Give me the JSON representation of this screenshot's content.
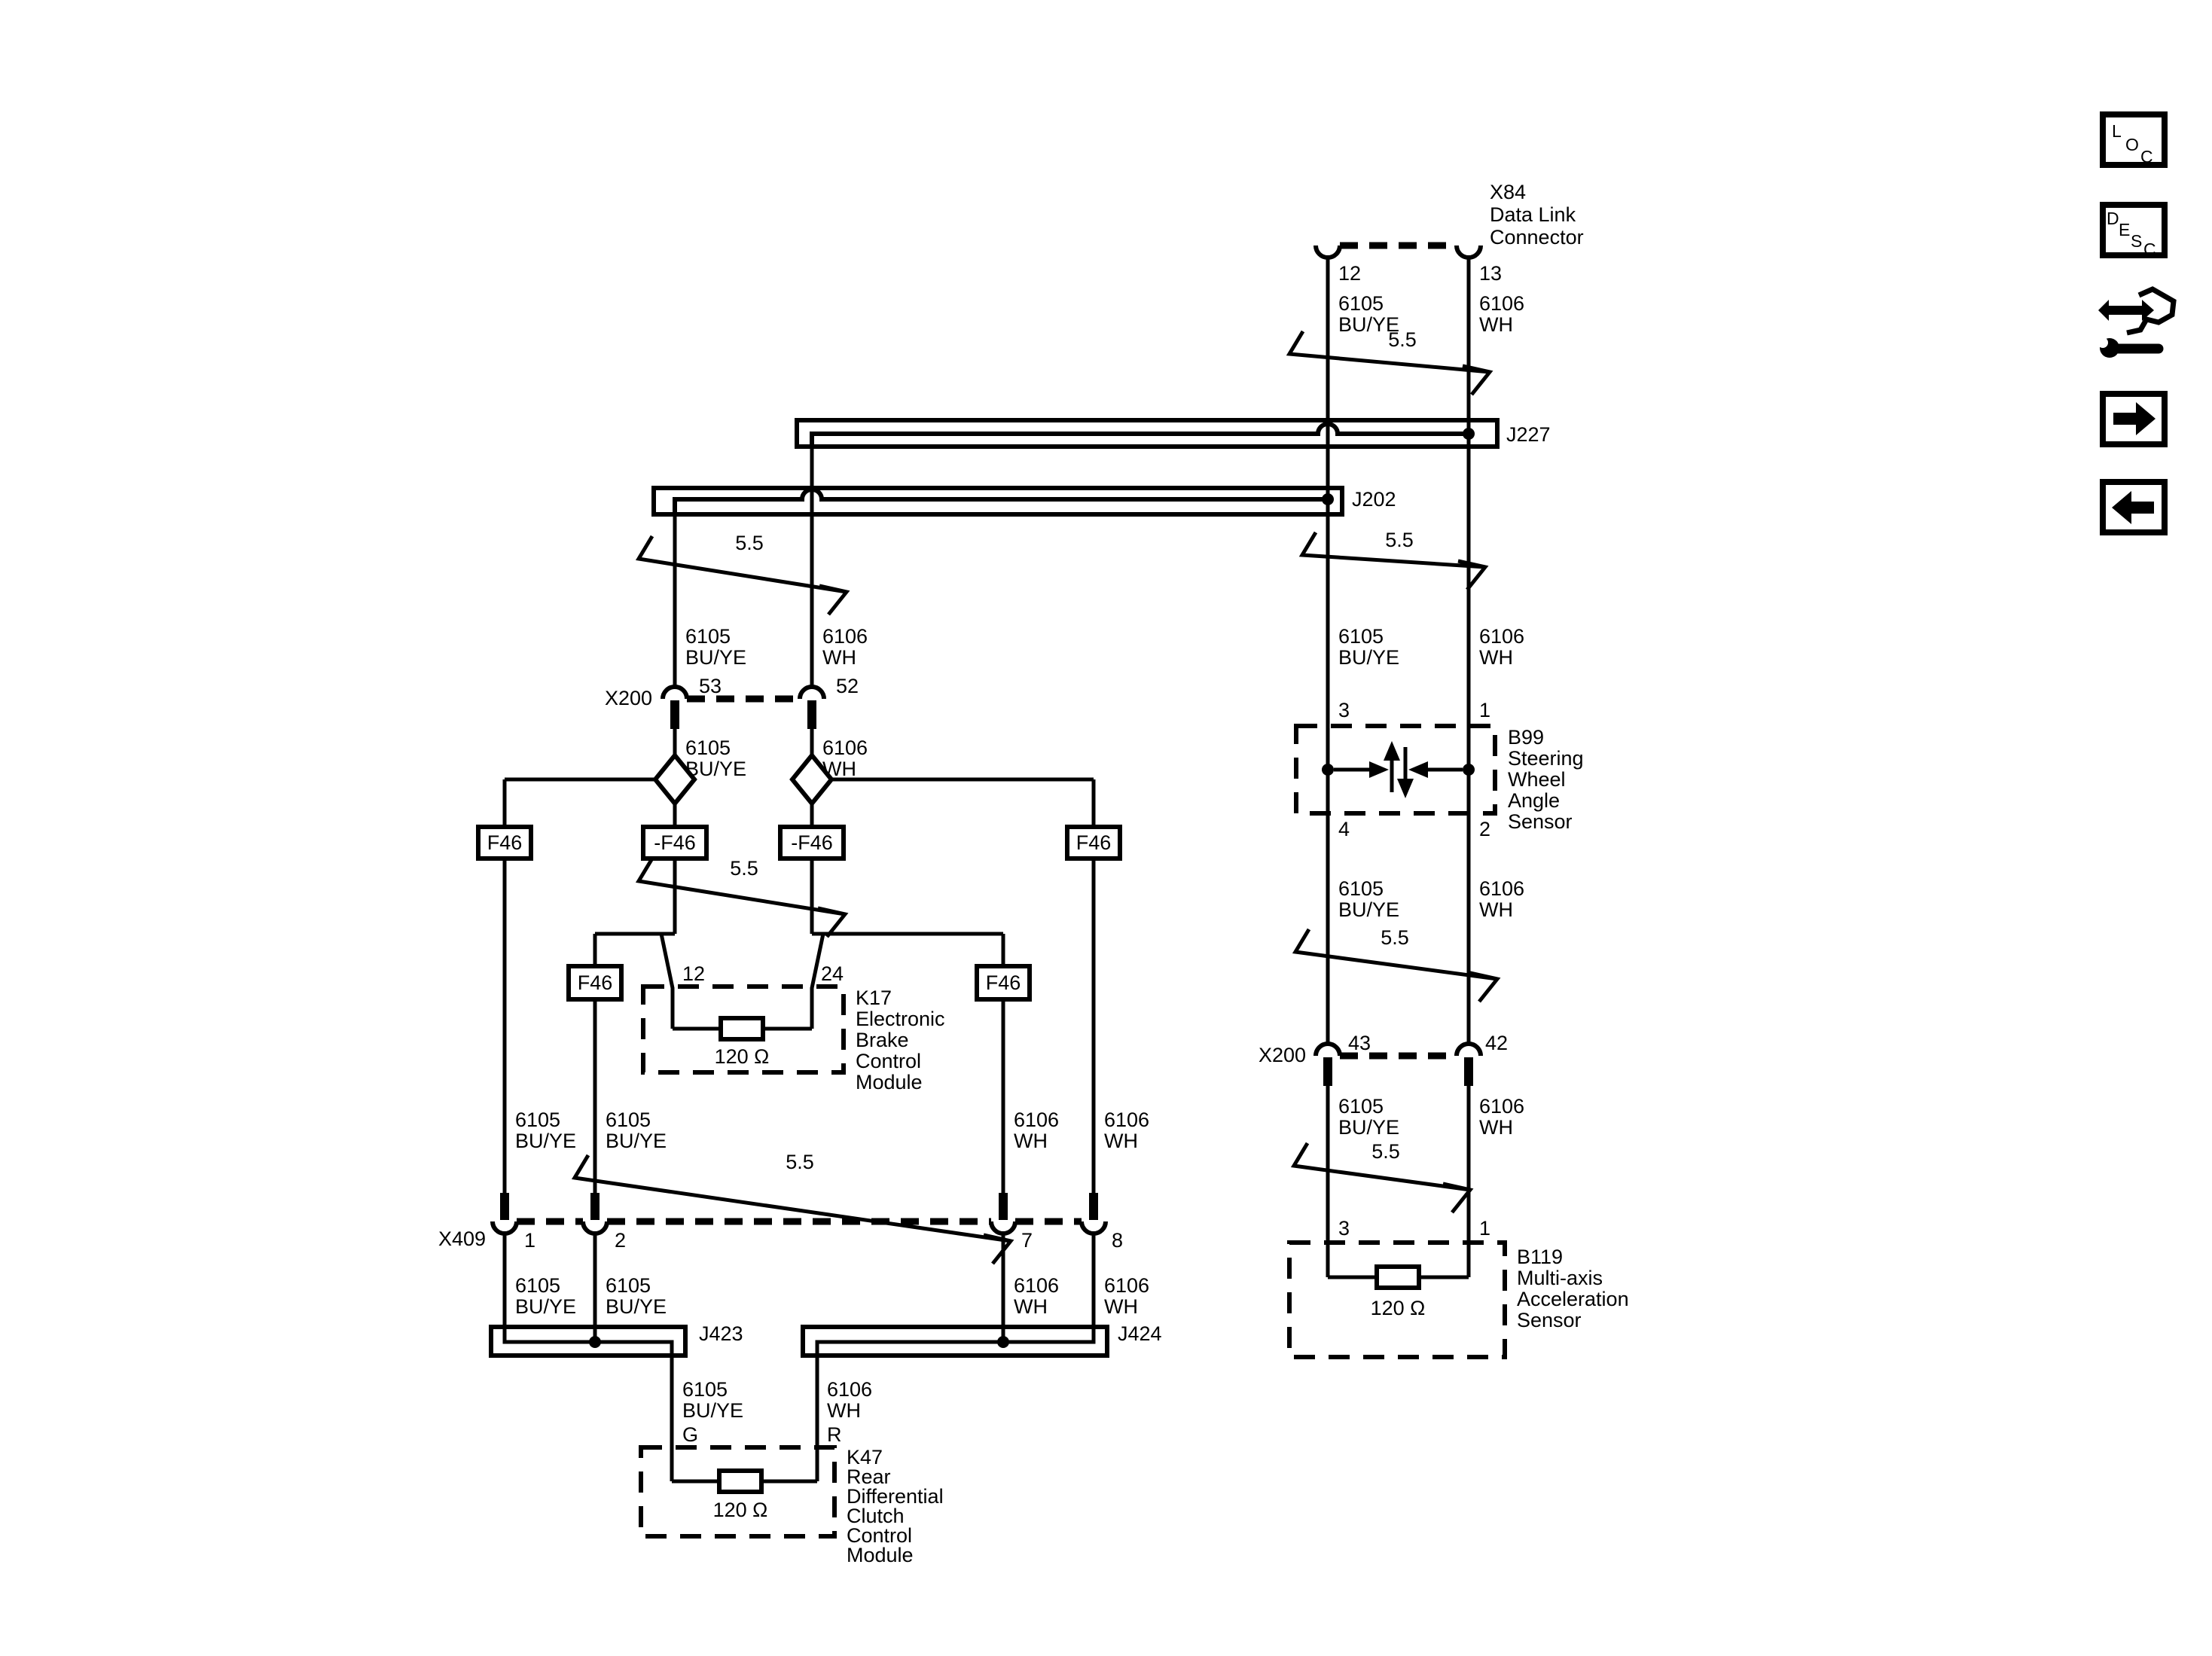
{
  "icons": {
    "loc": [
      "L",
      "O",
      "C"
    ],
    "desc": [
      "D",
      "E",
      "S",
      "C"
    ]
  },
  "gauge_label": "5.5",
  "resistor_label": "120 Ω",
  "wire_codes": {
    "high": "6105",
    "high_color": "BU/YE",
    "low": "6106",
    "low_color": "WH"
  },
  "fuse_labels": {
    "plain": "F46",
    "negated": "-F46"
  },
  "connectors": {
    "x84": {
      "id": "X84",
      "desc": [
        "Data Link",
        "Connector"
      ],
      "pins": [
        "12",
        "13"
      ]
    },
    "x200_upper": {
      "id": "X200",
      "pins": [
        "53",
        "52"
      ]
    },
    "x409": {
      "id": "X409",
      "pins": [
        "1",
        "2",
        "7",
        "8"
      ]
    },
    "x200_lower": {
      "id": "X200",
      "pins": [
        "43",
        "42"
      ]
    }
  },
  "splices": {
    "j227": "J227",
    "j202": "J202",
    "j423": "J423",
    "j424": "J424"
  },
  "modules": {
    "k17": {
      "id": "K17",
      "desc": [
        "Electronic",
        "Brake",
        "Control",
        "Module"
      ],
      "pins": [
        "12",
        "24"
      ]
    },
    "b99": {
      "id": "B99",
      "desc": [
        "Steering",
        "Wheel",
        "Angle",
        "Sensor"
      ],
      "pins_top": [
        "3",
        "1"
      ],
      "pins_bottom": [
        "4",
        "2"
      ]
    },
    "k47": {
      "id": "K47",
      "desc": [
        "Rear",
        "Differential",
        "Clutch",
        "Control",
        "Module"
      ],
      "pins": [
        "G",
        "R"
      ]
    },
    "b119": {
      "id": "B119",
      "desc": [
        "Multi-axis",
        "Acceleration",
        "Sensor"
      ],
      "pins": [
        "3",
        "1"
      ]
    }
  }
}
